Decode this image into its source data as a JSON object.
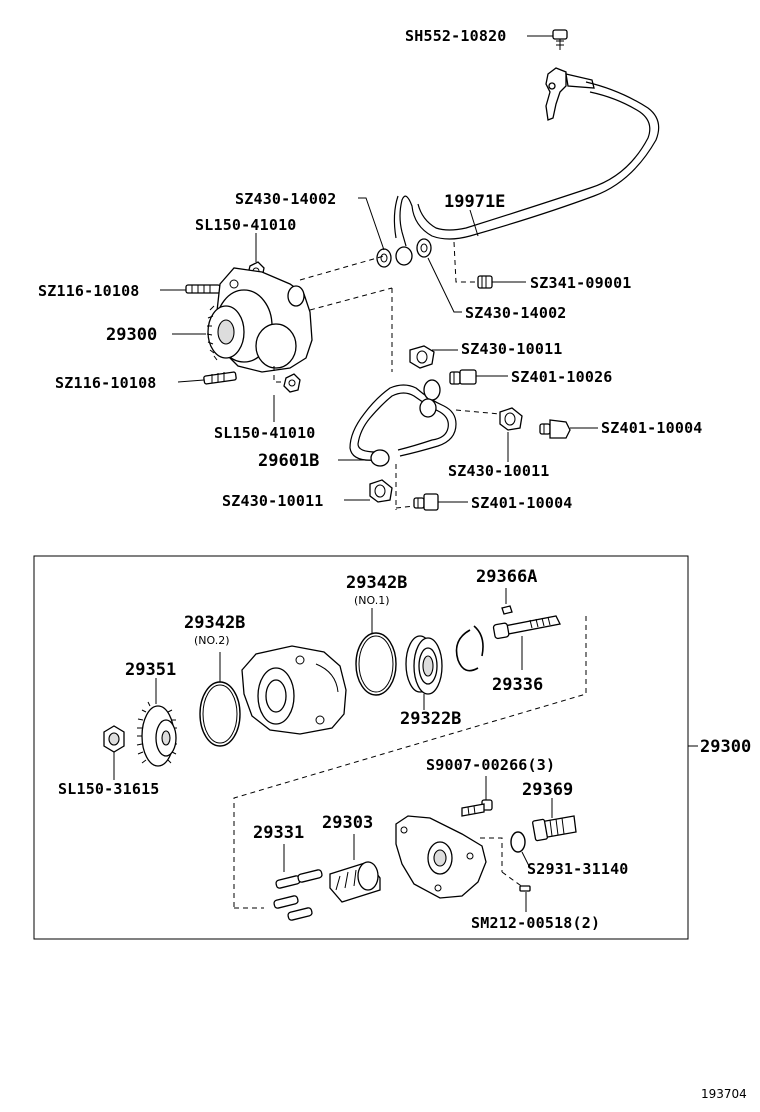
{
  "labels": {
    "sh552_10820": "SH552-10820",
    "sz430_14002_a": "SZ430-14002",
    "p19971e": "19971E",
    "sl150_41010_a": "SL150-41010",
    "sz116_10108_a": "SZ116-10108",
    "sz341_09001": "SZ341-09001",
    "sz430_14002_b": "SZ430-14002",
    "p29300_a": "29300",
    "sz430_10011_a": "SZ430-10011",
    "sz116_10108_b": "SZ116-10108",
    "sz401_10026": "SZ401-10026",
    "sl150_41010_b": "SL150-41010",
    "sz401_10004_a": "SZ401-10004",
    "sz430_10011_b": "SZ430-10011",
    "p29601b": "29601B",
    "sz430_10011_c": "SZ430-10011",
    "sz401_10004_b": "SZ401-10004",
    "p29342b_a": "29342B",
    "p29342b_a_note": "(NO.1)",
    "p29366a": "29366A",
    "p29342b_b": "29342B",
    "p29342b_b_note": "(NO.2)",
    "p29351": "29351",
    "p29336": "29336",
    "p29322b": "29322B",
    "p29300_b": "29300",
    "sl150_31615": "SL150-31615",
    "s9007_00266": "S9007-00266(3)",
    "p29369": "29369",
    "p29331": "29331",
    "p29303": "29303",
    "s2931_31140": "S2931-31140",
    "sm212_00518": "SM212-00518(2)"
  },
  "footer": {
    "diagram_number": "193704"
  }
}
